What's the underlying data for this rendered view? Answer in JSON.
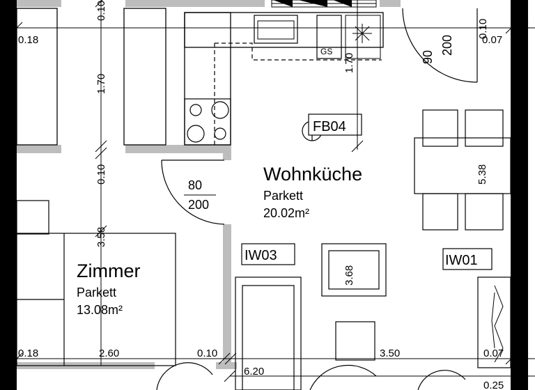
{
  "plan": {
    "rooms": [
      {
        "name": "Wohnküche",
        "floor": "Parkett",
        "area": "20.02m²"
      },
      {
        "name": "Zimmer",
        "floor": "Parkett",
        "area": "13.08m²"
      }
    ],
    "codes": {
      "fb": "FB04",
      "iw_left": "IW03",
      "iw_right": "IW01"
    },
    "door_left": {
      "width": "80",
      "height": "200"
    },
    "door_right": {
      "width": "90",
      "height": "200"
    },
    "kitchen_label": "GS",
    "dimensions": {
      "left_col": [
        "0.10",
        "1.70",
        "0.10",
        "3.58"
      ],
      "kitchen_vertical": "1.70",
      "wall_top_right": "0.10",
      "right_vertical": "5.38",
      "table_vertical": "3.68",
      "top_left": "0.18",
      "top_right": "0.07",
      "bottom_left": "0.18",
      "bottom_zimmer": "2.60",
      "bottom_wall": "0.10",
      "bottom_wohn": "3.50",
      "bottom_right": "0.07",
      "bottom_total": "6.20",
      "bottom_right_lower": "0.25"
    }
  }
}
